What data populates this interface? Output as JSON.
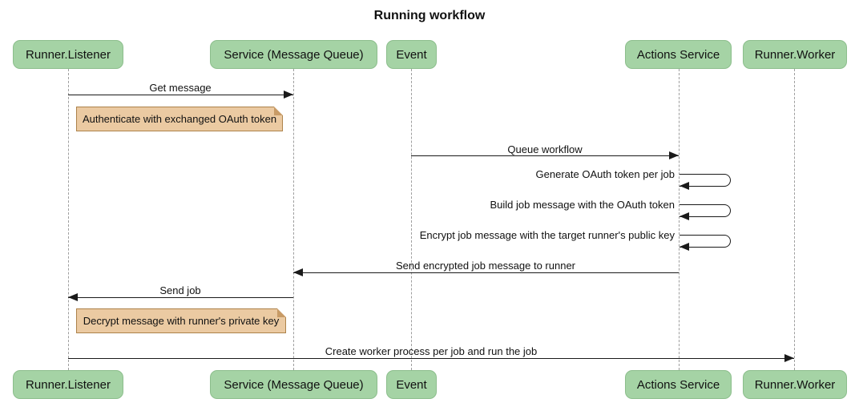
{
  "title": "Running workflow",
  "diagram_type": "sequence",
  "actors": [
    {
      "label": "Runner.Listener"
    },
    {
      "label": "Service (Message Queue)"
    },
    {
      "label": "Event"
    },
    {
      "label": "Actions Service"
    },
    {
      "label": "Runner.Worker"
    }
  ],
  "messages": [
    {
      "label": "Get message",
      "from": "Runner.Listener",
      "to": "Service (Message Queue)"
    },
    {
      "label": "Queue workflow",
      "from": "Event",
      "to": "Actions Service"
    },
    {
      "label": "Generate OAuth token per job",
      "from": "Actions Service",
      "to": "Actions Service",
      "self": true
    },
    {
      "label": "Build job message with the OAuth token",
      "from": "Actions Service",
      "to": "Actions Service",
      "self": true
    },
    {
      "label": "Encrypt job message with the target runner's public key",
      "from": "Actions Service",
      "to": "Actions Service",
      "self": true
    },
    {
      "label": "Send encrypted job message to runner",
      "from": "Actions Service",
      "to": "Service (Message Queue)"
    },
    {
      "label": "Send job",
      "from": "Service (Message Queue)",
      "to": "Runner.Listener"
    },
    {
      "label": "Create worker process per job and run the job",
      "from": "Runner.Listener",
      "to": "Runner.Worker"
    }
  ],
  "notes": [
    {
      "label": "Authenticate with exchanged OAuth token",
      "anchor": "Runner.Listener"
    },
    {
      "label": "Decrypt message with runner's private key",
      "anchor": "Runner.Listener"
    }
  ],
  "colors": {
    "actor_fill": "#A5D3A5",
    "actor_border": "#8CBE8C",
    "note_fill": "#EBCAA2",
    "note_border": "#AD824A",
    "lifeline": "#9E9E9E",
    "line": "#1A1A1A",
    "background": "#FFFFFF",
    "text": "#111111"
  }
}
